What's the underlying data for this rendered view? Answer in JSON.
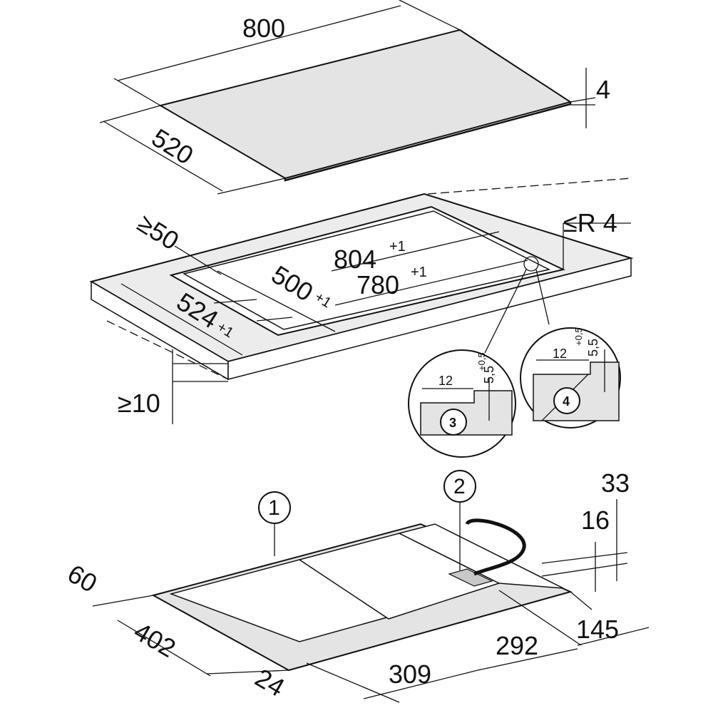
{
  "title": "Hob installation dimensions diagram",
  "hob_glass": {
    "width": "800",
    "depth": "520",
    "thickness": "4"
  },
  "cutout": {
    "min_front_edge": "≥50",
    "corner_radius": "≤R 4",
    "rebate_width": "804",
    "rebate_width_tol": "+1",
    "cutout_width": "780",
    "cutout_width_tol": "+1",
    "cutout_depth": "500",
    "cutout_depth_tol": "+1",
    "rebate_depth": "524",
    "rebate_depth_tol": "+1",
    "min_worktop_thickness": "≥10"
  },
  "details": [
    {
      "label": "3",
      "width": "12",
      "depth": "5,5",
      "depth_tol": "+0,5"
    },
    {
      "label": "4",
      "width": "12",
      "depth": "5,5",
      "depth_tol": "+0,5"
    }
  ],
  "underside": {
    "callout_1": "1",
    "callout_2": "2",
    "height_total": "33",
    "height_frame": "16",
    "dim_60": "60",
    "dim_402": "402",
    "dim_24": "24",
    "dim_309": "309",
    "dim_292": "292",
    "dim_145": "145"
  }
}
